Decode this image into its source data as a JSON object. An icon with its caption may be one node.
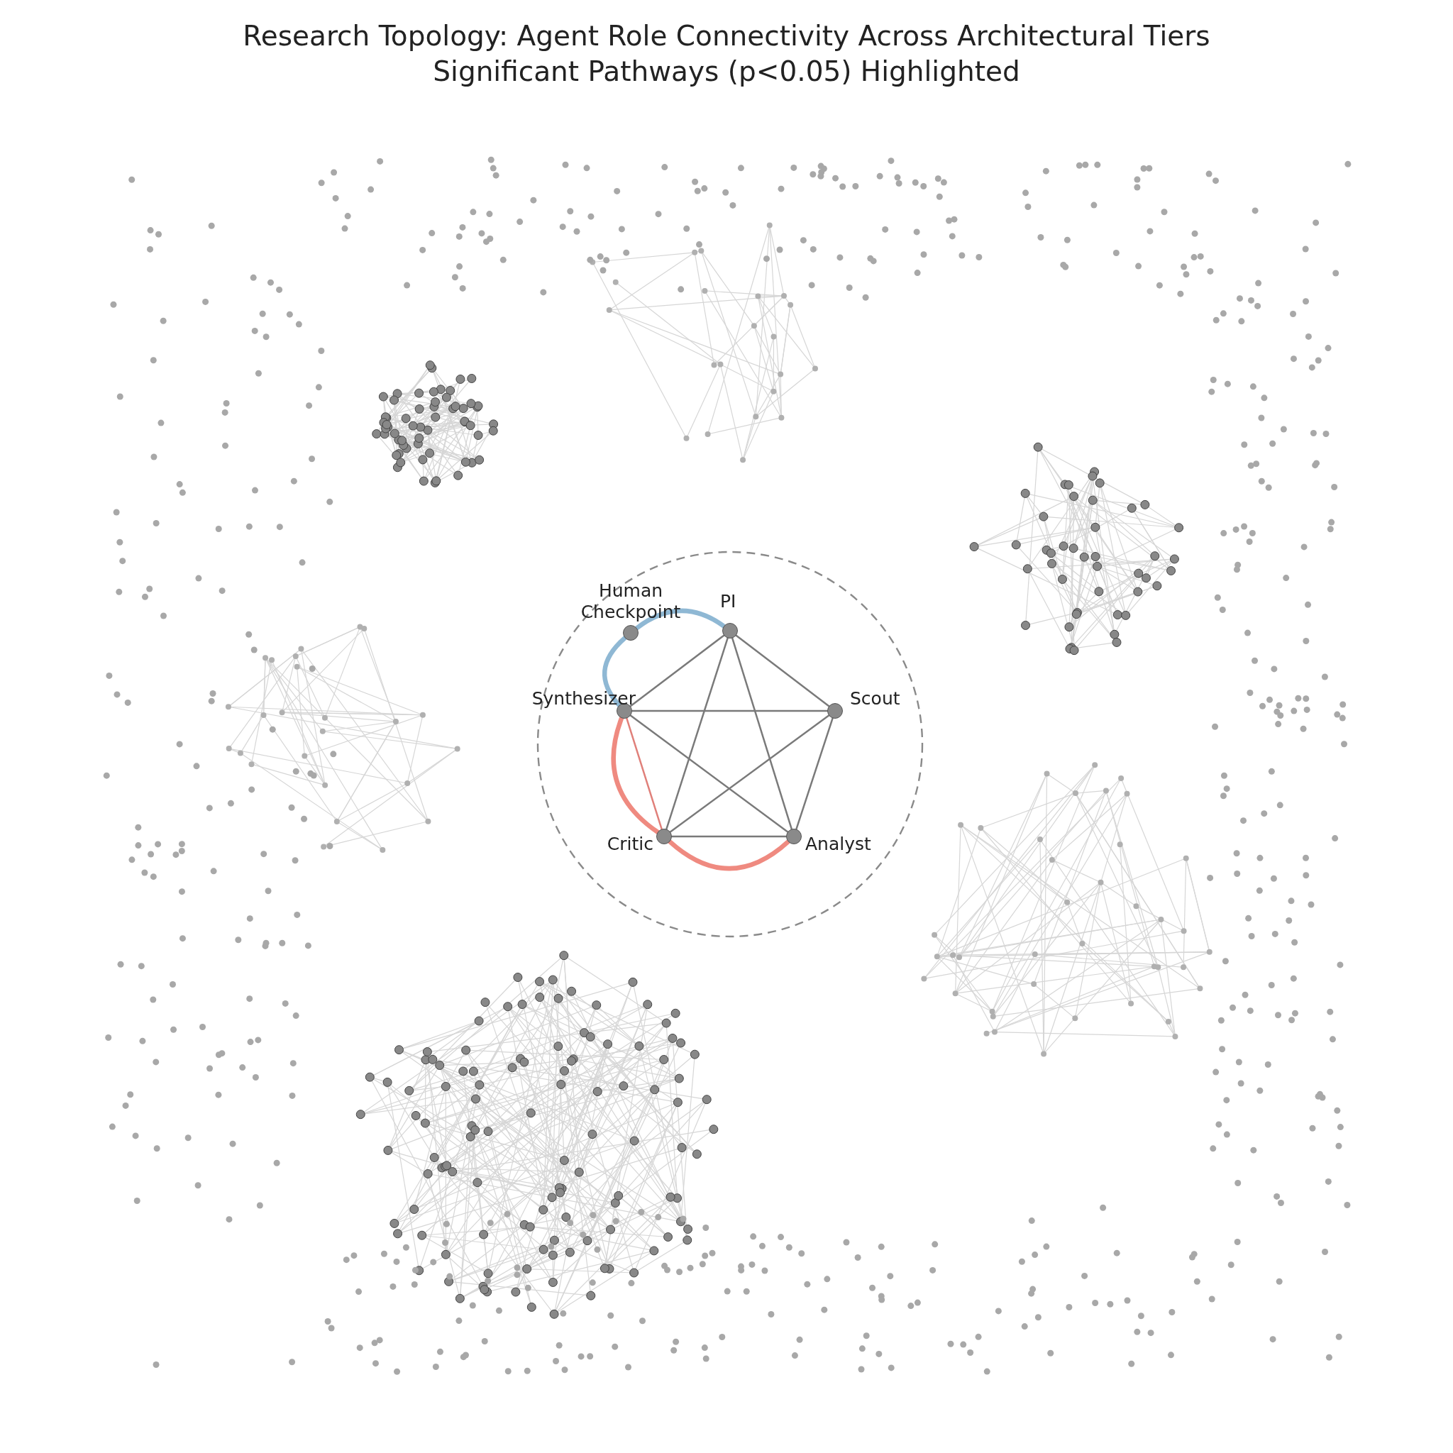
{
  "diagram": {
    "title": "Research Topology: Agent Role Connectivity Across Architectural Tiers",
    "nodes": [
      {
        "text": [
          "Human Checkpoint"
        ]
      },
      {
        "text": [
          "PI"
        ]
      },
      {
        "text": [
          "Synthesizer"
        ]
      },
      {
        "text": [
          "Scout"
        ]
      },
      {
        "text": [
          "Critic"
        ]
      },
      {
        "text": [
          "Analyst"
        ]
      }
    ],
    "edges": [
      {
        "from": 0,
        "to": 1,
        "arrow": "none",
        "style": "thick",
        "color": "#8fb8d4"
      },
      {
        "from": 0,
        "to": 2,
        "arrow": "none",
        "style": "thick",
        "color": "#8fb8d4"
      },
      {
        "from": 1,
        "to": 2,
        "arrow": "none"
      },
      {
        "from": 1,
        "to": 3,
        "arrow": "none"
      },
      {
        "from": 1,
        "to": 4,
        "arrow": "none"
      },
      {
        "from": 1,
        "to": 5,
        "arrow": "none"
      },
      {
        "from": 2,
        "to": 3,
        "arrow": "none"
      },
      {
        "from": 2,
        "to": 4,
        "arrow": "none",
        "color": "#e0807a"
      },
      {
        "from": 2,
        "to": 5,
        "arrow": "none"
      },
      {
        "from": 3,
        "to": 4,
        "arrow": "none"
      },
      {
        "from": 3,
        "to": 5,
        "arrow": "none"
      },
      {
        "from": 4,
        "to": 5,
        "arrow": "none"
      },
      {
        "from": 2,
        "to": 4,
        "arrow": "none",
        "style": "thick",
        "color": "#ef8a80"
      },
      {
        "from": 4,
        "to": 5,
        "arrow": "none",
        "style": "thick",
        "color": "#ef8a80"
      }
    ],
    "labels": [
      "Significant Pathways (p<0.05) Highlighted"
    ]
  }
}
